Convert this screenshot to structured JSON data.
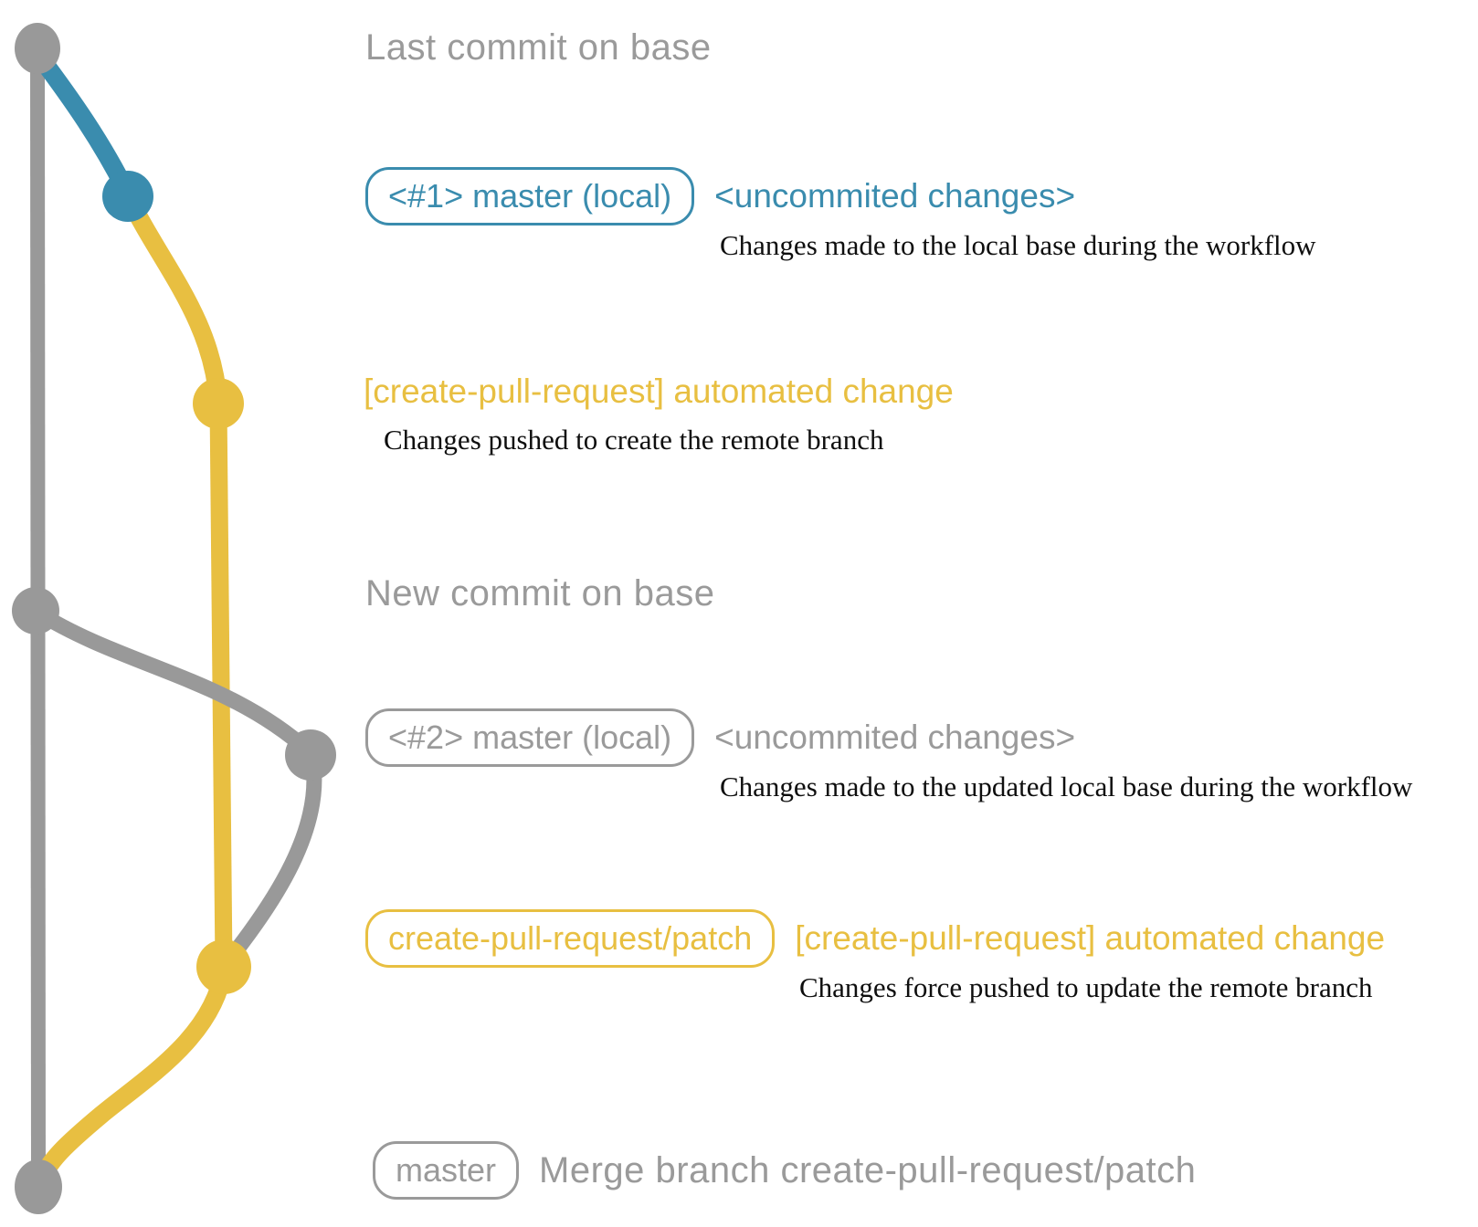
{
  "colors": {
    "gray": "#999999",
    "gray_text": "#9a9a9a",
    "blue": "#3a8cae",
    "yellow": "#e8bf41",
    "annotation_ink": "#0e0e0e"
  },
  "graph": {
    "type": "git-commit-graph",
    "branches": [
      {
        "name": "base (master remote)",
        "color_key": "gray"
      },
      {
        "name": "master (local)",
        "color_key": "blue"
      },
      {
        "name": "create-pull-request/patch",
        "color_key": "yellow"
      }
    ],
    "commits": [
      {
        "id": "last-commit-on-base",
        "branch": "base",
        "color_key": "gray"
      },
      {
        "id": "uncommitted-changes-1",
        "branch": "master (local)",
        "color_key": "blue"
      },
      {
        "id": "automated-change-1",
        "branch": "create-pull-request/patch",
        "color_key": "yellow"
      },
      {
        "id": "new-commit-on-base",
        "branch": "base",
        "color_key": "gray"
      },
      {
        "id": "uncommitted-changes-2",
        "branch": "master (local)",
        "color_key": "gray"
      },
      {
        "id": "automated-change-2",
        "branch": "create-pull-request/patch",
        "color_key": "yellow"
      },
      {
        "id": "merge-commit",
        "branch": "base",
        "color_key": "gray"
      }
    ]
  },
  "rows": [
    {
      "heading": "Last commit on base"
    },
    {
      "badge": "<#1> master (local)",
      "note": "<uncommited changes>",
      "desc": "Changes made to the local base during the workflow"
    },
    {
      "note": "[create-pull-request] automated change",
      "desc": "Changes pushed to create the remote branch"
    },
    {
      "heading": "New commit on base"
    },
    {
      "badge": "<#2> master (local)",
      "note": "<uncommited changes>",
      "desc": "Changes made to the updated local base during the workflow"
    },
    {
      "badge": "create-pull-request/patch",
      "note": "[create-pull-request] automated change",
      "desc": "Changes force pushed to update the remote branch"
    },
    {
      "badge": "master",
      "note": "Merge branch create-pull-request/patch"
    }
  ]
}
